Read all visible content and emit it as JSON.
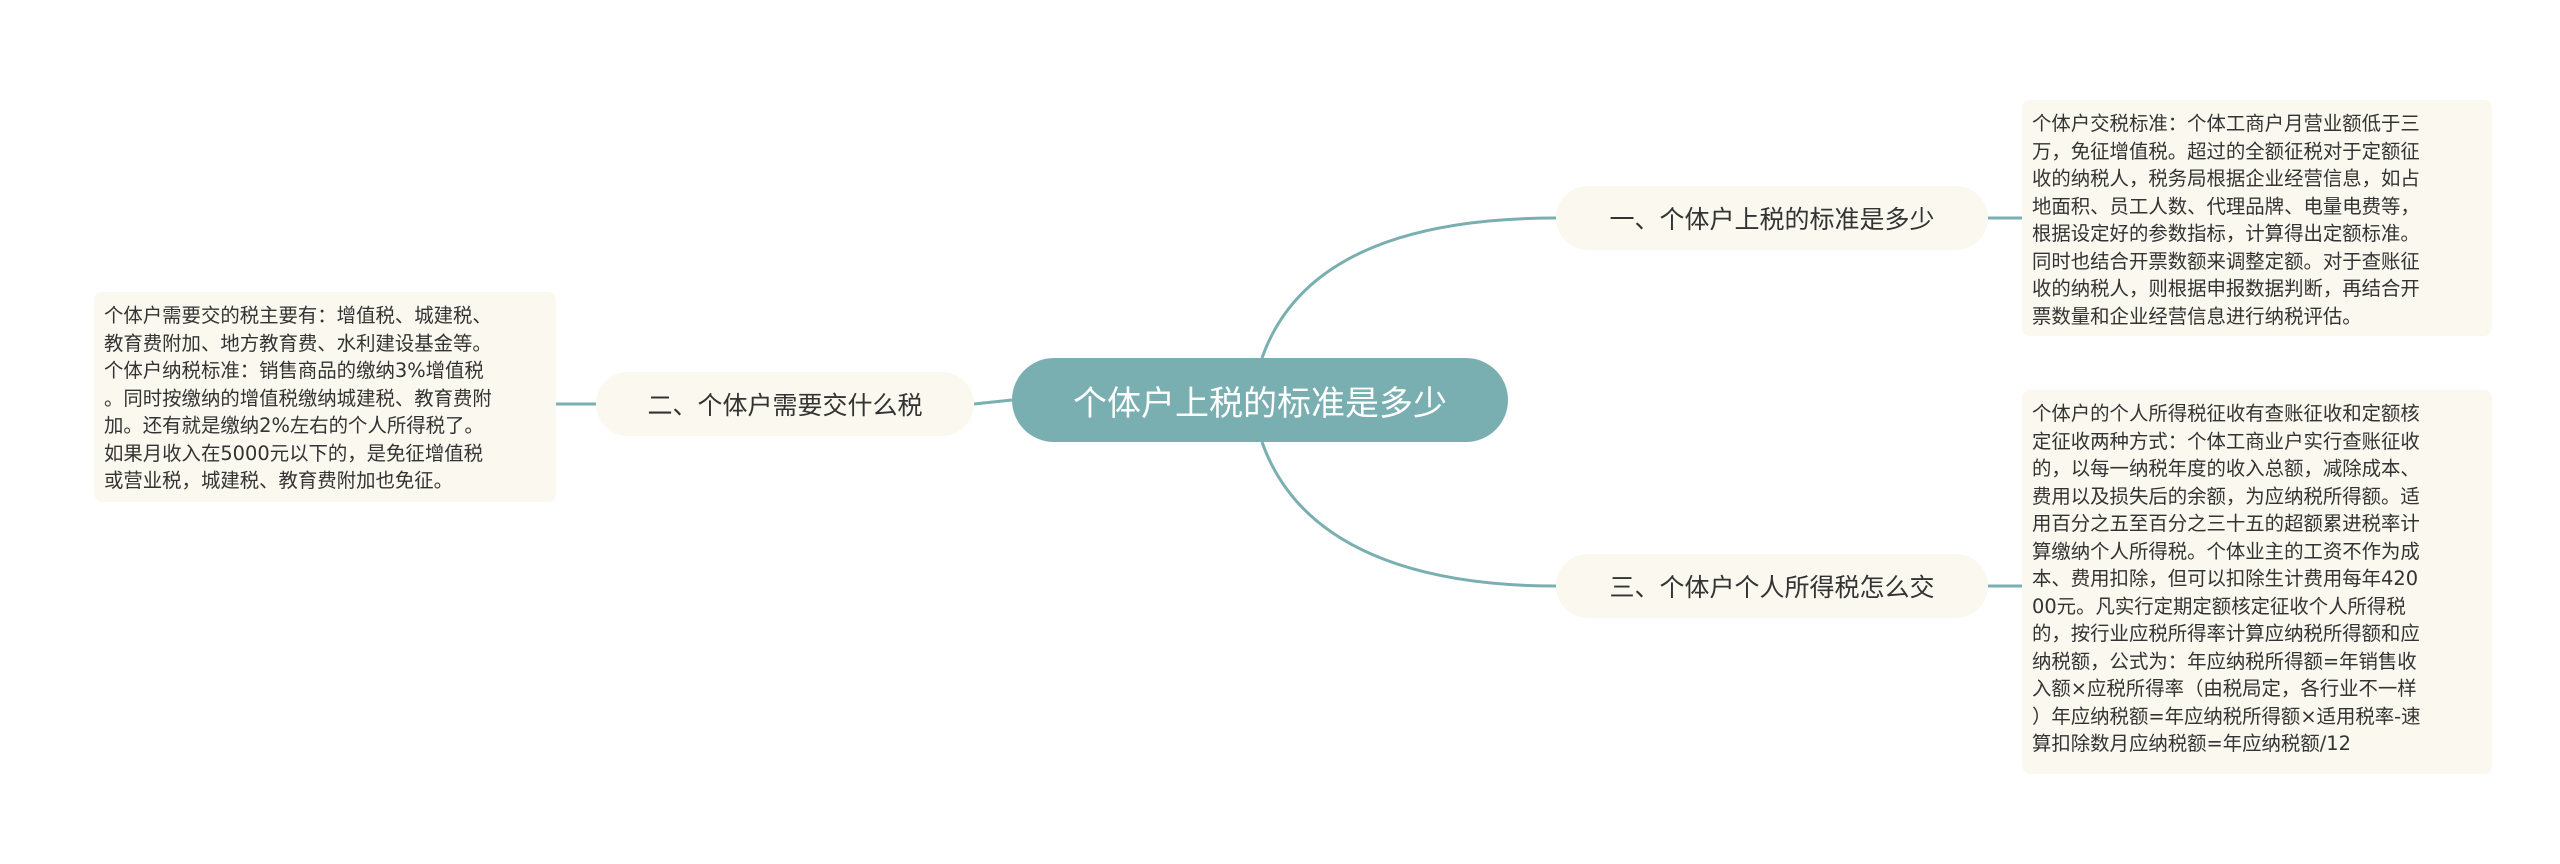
{
  "mindmap": {
    "root": {
      "label": "个体户上税的标准是多少"
    },
    "colors": {
      "root_fill": "#7aafb1",
      "node_fill": "#fbf8ef",
      "connector": "#7aafb1",
      "text": "#333333"
    },
    "branches": [
      {
        "label": "一、个体户上税的标准是多少",
        "detail_lines": [
          "个体户交税标准：个体工商户月营业额低于三",
          "万，免征增值税。超过的全额征税对于定额征",
          "收的纳税人，税务局根据企业经营信息，如占",
          "地面积、员工人数、代理品牌、电量电费等，",
          "根据设定好的参数指标，计算得出定额标准。",
          "同时也结合开票数额来调整定额。对于查账征",
          "收的纳税人，则根据申报数据判断，再结合开",
          "票数量和企业经营信息进行纳税评估。"
        ]
      },
      {
        "label": "二、个体户需要交什么税",
        "detail_lines": [
          "个体户需要交的税主要有：增值税、城建税、",
          "教育费附加、地方教育费、水利建设基金等。",
          "个体户纳税标准：销售商品的缴纳3%增值税",
          "。同时按缴纳的增值税缴纳城建税、教育费附",
          "加。还有就是缴纳2%左右的个人所得税了。",
          "如果月收入在5000元以下的，是免征增值税",
          "或营业税，城建税、教育费附加也免征。"
        ]
      },
      {
        "label": "三、个体户个人所得税怎么交",
        "detail_lines": [
          "个体户的个人所得税征收有查账征收和定额核",
          "定征收两种方式：个体工商业户实行查账征收",
          "的，以每一纳税年度的收入总额，减除成本、",
          "费用以及损失后的余额，为应纳税所得额。适",
          "用百分之五至百分之三十五的超额累进税率计",
          "算缴纳个人所得税。个体业主的工资不作为成",
          "本、费用扣除，但可以扣除生计费用每年420",
          "00元。凡实行定期定额核定征收个人所得税",
          "的，按行业应税所得率计算应纳税所得额和应",
          "纳税额，公式为：年应纳税所得额=年销售收",
          "入额×应税所得率（由税局定，各行业不一样",
          "）年应纳税额=年应纳税所得额×适用税率-速",
          "算扣除数月应纳税额=年应纳税额/12"
        ]
      }
    ]
  }
}
